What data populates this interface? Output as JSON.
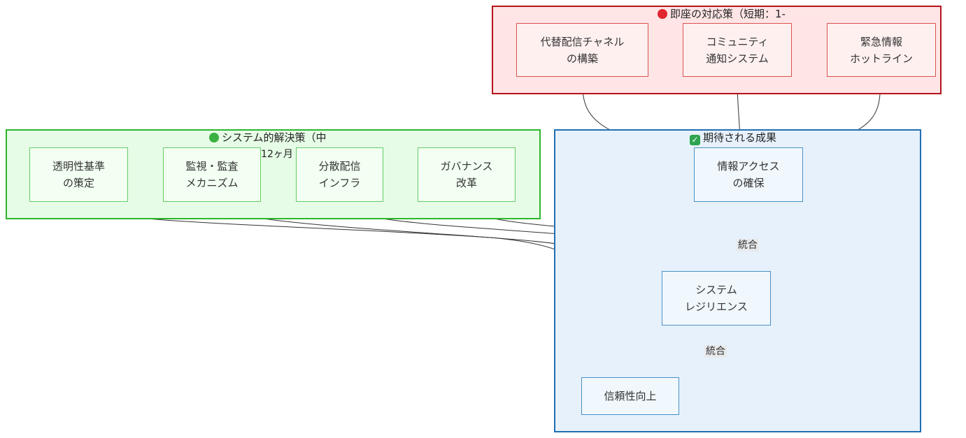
{
  "colors": {
    "red_fill": "#ffe5e5",
    "red_border": "#b5121b",
    "red_node_fill": "#fff0f0",
    "red_node_border": "#d9534f",
    "green_fill": "#e6fce6",
    "green_border": "#2db52d",
    "green_node_fill": "#f2fff2",
    "green_node_border": "#66cc66",
    "blue_fill": "#e6f1fc",
    "blue_border": "#1f6fb2",
    "blue_node_fill": "#f0f7fd",
    "blue_node_border": "#4a90c2",
    "edge": "#333333"
  },
  "groups": {
    "immediate": {
      "icon": "red-circle-icon",
      "title": "即座の対応策（短期：1-",
      "nodes": [
        {
          "line1": "代替配信チャネル",
          "line2": "の構築"
        },
        {
          "line1": "コミュニティ",
          "line2": "通知システム"
        },
        {
          "line1": "緊急情報",
          "line2": "ホットライン"
        }
      ]
    },
    "systemic": {
      "icon": "green-circle-icon",
      "title": "システム的解決策（中",
      "subtitle": "-12ヶ月",
      "nodes": [
        {
          "line1": "透明性基準",
          "line2": "の策定"
        },
        {
          "line1": "監視・監査",
          "line2": "メカニズム"
        },
        {
          "line1": "分散配信",
          "line2": "インフラ"
        },
        {
          "line1": "ガバナンス",
          "line2": "改革"
        }
      ]
    },
    "outcomes": {
      "icon": "check-mark-icon",
      "title": "期待される成果",
      "nodes": [
        {
          "line1": "情報アクセス",
          "line2": "の確保"
        },
        {
          "line1": "システム",
          "line2": "レジリエンス"
        },
        {
          "line1": "信頼性向上",
          "line2": ""
        }
      ],
      "edge_labels": [
        "統合",
        "統合"
      ]
    }
  }
}
